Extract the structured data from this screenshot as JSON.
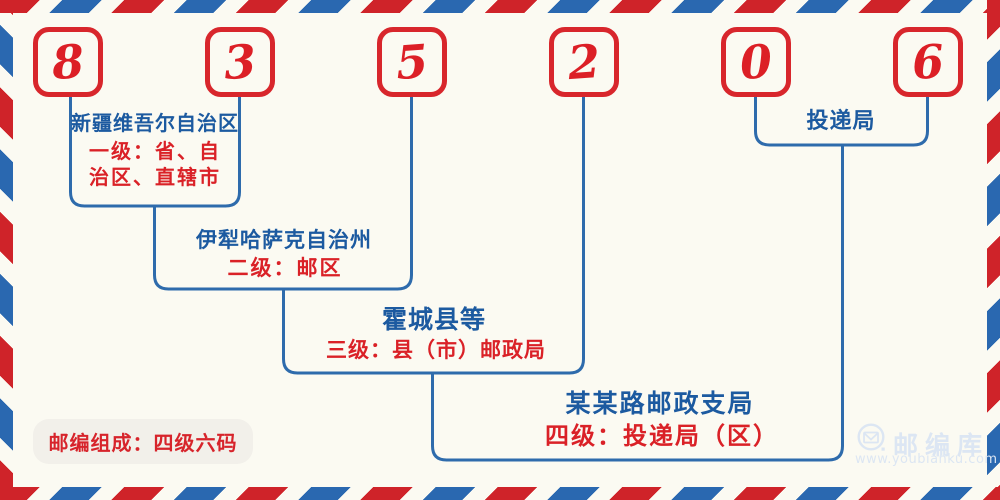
{
  "postal_code": {
    "digits": [
      "8",
      "3",
      "5",
      "2",
      "0",
      "6"
    ]
  },
  "levels": [
    {
      "name": "新疆维吾尔自治区",
      "desc": [
        "一级：省、自",
        "治区、直辖市"
      ]
    },
    {
      "name": "伊犁哈萨克自治州",
      "desc": [
        "二级：邮区"
      ]
    },
    {
      "name": "霍城县等",
      "desc": [
        "三级：县（市）邮政局"
      ]
    },
    {
      "name": "某某路邮政支局",
      "desc": [
        "四级：投递局（区）"
      ]
    },
    {
      "name": "投递局",
      "desc": []
    }
  ],
  "footer": {
    "composition": "邮编组成：四级六码"
  },
  "watermark": {
    "brand": "邮编库",
    "url": "www.youbianku.com",
    "icon": "envelope-icon"
  },
  "colors": {
    "background": "#fbfaf2",
    "stripe_red": "#cf2329",
    "stripe_blue": "#2a68b0",
    "digit_red": "#dc1f26",
    "digit_box_border": "#d8262c",
    "connector_blue": "#2e6bac",
    "label_blue": "#1c5aa0",
    "label_red": "#da2127",
    "pill_background": "#f2f0ea",
    "watermark_blue": "#dce6f3"
  }
}
